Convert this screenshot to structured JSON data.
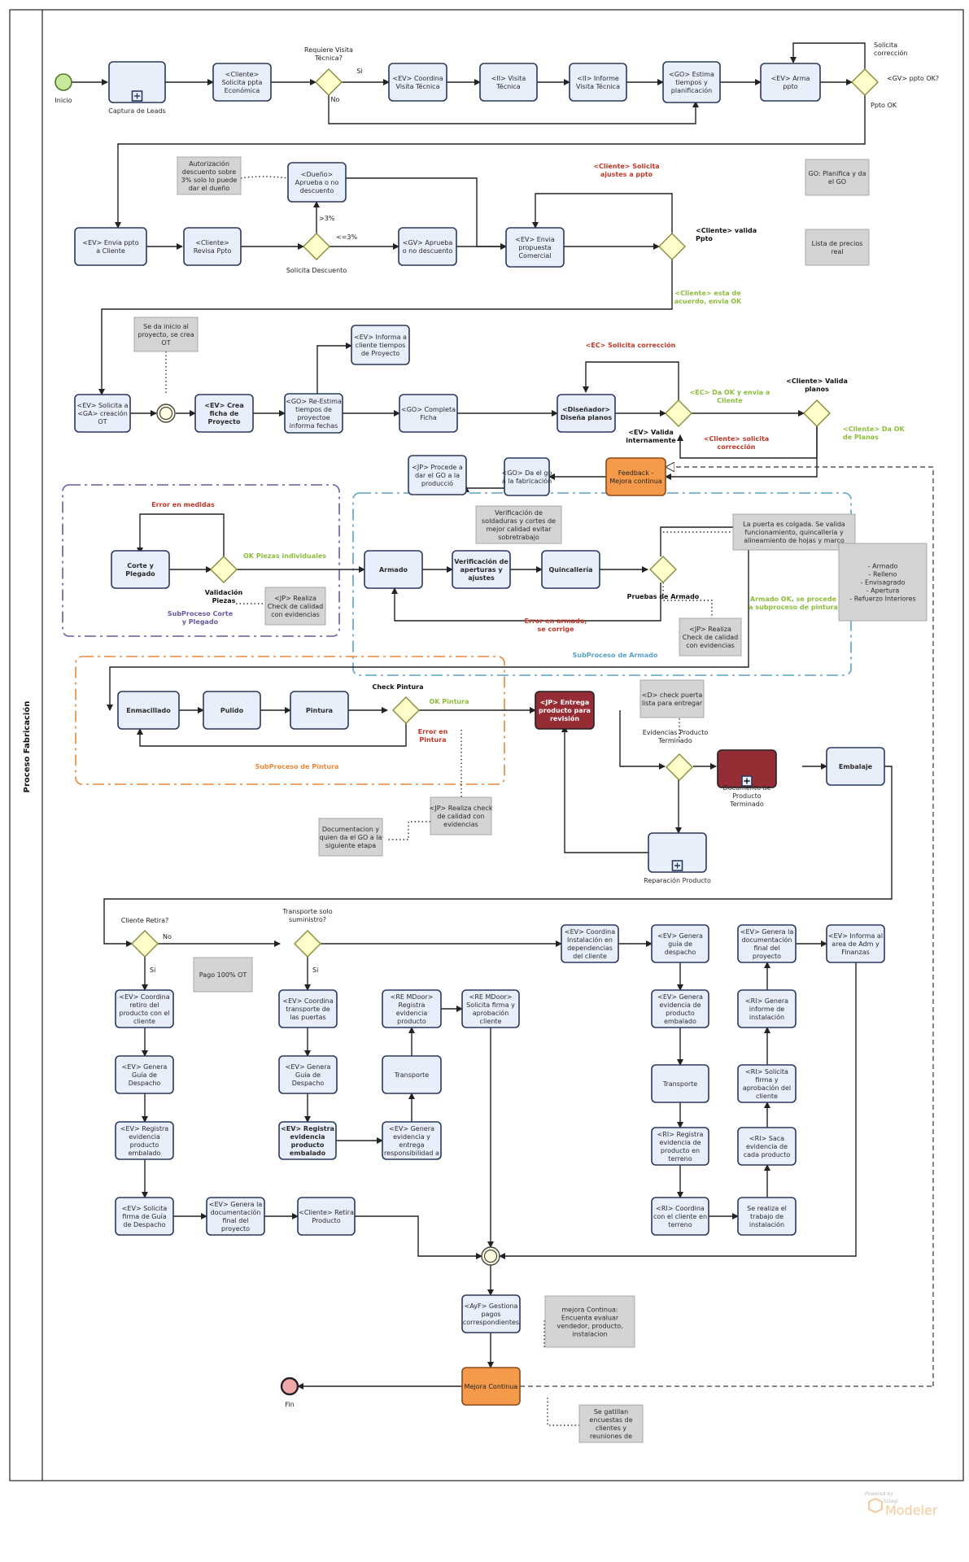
{
  "pool": {
    "label": "Proceso Fabricación"
  },
  "events": {
    "start": "Inicio",
    "end": "Fin"
  },
  "tasks": {
    "t_captura": "Captura de Leads",
    "t_cli_solicita": "<Cliente>|Solicita ppta|Económica",
    "t_ev_coord_visita": "<EV> Coordina|Visita Técnica",
    "t_ii_visita": "<II> Visita|Técnica",
    "t_ii_informe": "<II> Informe|Visita Técnica",
    "t_go_estima": "<GO> Estima|tiempos y|planificación",
    "t_ev_arma": "<EV> Arma|ppto",
    "t_ev_envia_ppto": "<EV> Envia ppto|a Cliente",
    "t_cli_revisa": "<Cliente>|Revisa Ppto",
    "t_dueno": "<Dueño>|Aprueba o no|descuento",
    "t_gv_aprueba": "<GV> Aprueba|o no descuento",
    "t_ev_envia_prop": "<EV> Envia|propuesta|Comercial",
    "t_ev_solicita_ot": "<EV> Solicita a|<GA> creación|OT",
    "t_ev_crea_ficha": "<EV> Crea|ficha de|Proyecto",
    "t_go_reestima": "<GO> Re-Estima|tiempos de|proyectoe|informa fechas",
    "t_ev_informa": "<EV> Informa a|cliente tiempos|de Proyecto",
    "t_go_completa": "<GO> Completa|Ficha",
    "t_disenador": "<Diseñador>|Diseña planos",
    "t_feedback": "Feedback -|Mejora continua",
    "t_go_da_go": "<GO> Da el go|a la fabricación",
    "t_jp_procede": "<JP> Procede a|dar el GO a la|producció",
    "t_corte": "Corte y|Plegado",
    "t_armado": "Armado",
    "t_verif": "Verificación de|aperturas y|ajustes",
    "t_quinc": "Quincallería",
    "t_enmac": "Enmacillado",
    "t_pulido": "Pulido",
    "t_pintura": "Pintura",
    "t_jp_entrega": "<JP> Entrega|producto para|revisión",
    "t_doc_term": "Documento de|Producto|Terminado",
    "t_embalaje": "Embalaje",
    "t_reparacion": "Reparación Producto",
    "t_r1": "<EV> Coordina|retiro del|producto con el|cliente",
    "t_r2": "<EV> Genera|Guía de|Despacho",
    "t_r3": "<EV> Registra|evidencia|producto|embalado",
    "t_r4": "<EV> Solicita|firma de Guía|de Despacho",
    "t_r5": "<EV> Genera la|documentación|final del|proyecto",
    "t_r6": "<Cliente> Retira|Producto",
    "t_s1": "<EV> Coordina|transporte de|las puertas",
    "t_s2": "<EV> Genera|Guía de|Despacho",
    "t_s3": "<EV> Registra|evidencia|producto|embalado",
    "t_s4": "<EV> Genera|evidencia y|entrega|responsibilidad a",
    "t_s5": "Transporte",
    "t_s6": "<RE MDoor>|Registra|evidencia|producto",
    "t_s7": "<RE MDoor>|Solicita firma y|aprobación|cliente",
    "t_i1": "<EV> Coordina|Instalación en|dependencias|del cliente",
    "t_i2": "<EV> Genera|guía de|despacho",
    "t_i3": "<EV> Genera|evidencia de|producto|embalado",
    "t_i4": "Transporte",
    "t_i5": "<RI> Registra|evidencia de|producto en|terreno",
    "t_i6": "<RI> Coordina|con el cliente en|terreno",
    "t_i7": "Se realiza el|trabajo de|instalación",
    "t_i8": "<RI> Saca|evidencia de|cada producto",
    "t_i9": "<RI> Solicita|firma y|aprobación del|cliente",
    "t_i10": "<RI> Genera|informe de|instalación",
    "t_i11": "<EV> Genera la|documentación|final del|proyecto",
    "t_i12": "<EV> Informa al|area de Adm y|Finanzas",
    "t_ayf": "<AyF> Gestiona|pagos|correspondientes",
    "t_mejora": "Mejora Continua"
  },
  "notes": {
    "n_autoriza": "Autorización|descuento sobre|3% solo lo puede|dar el dueño",
    "n_go_planif": "GO: Planifica y da|el GO",
    "n_lista": "Lista de precios|real",
    "n_ot": "Se da inicio al|proyecto, se crea|OT",
    "n_verif_sold": "Verificación de|soldaduras y cortes de|mejor calidad evitar|sobretrabajo",
    "n_puerta": "La puerta es colgada. Se valida|funcionamiento, quincalleria y|alineamiento de hojas y marco",
    "n_lista_arm": "- Armado|- Relleno|- Envisagrado|- Apertura|- Refuerzo Interiores",
    "n_jp_corte": "<JP> Realiza|Check de calidad|con evidencias",
    "n_jp_armado": "<JP> Realiza|Check de calidad|con evidencias",
    "n_d_check": "<D> check puerta|lista para entregar",
    "n_jp_pintura": "<JP> Realiza check|de calidad con|evidencias",
    "n_doc_quien": "Documentacion y|quien da el GO a la|siguiente etapa",
    "n_pago": "Pago 100% OT",
    "n_mejora": "mejora Continua:|Encuenta evaluar|vendedor, producto,|instalacion",
    "n_encuestas": "Se gatillan|encuestas de|clientes y|reuniones de"
  },
  "gateways": {
    "g_visita": "Requiere Visita|Técnica?",
    "g_ppto_ok": "<GV> ppto OK?",
    "g_descuento": "Solicita Descuento",
    "g_cli_valida": "<Cliente> valida|Ppto",
    "g_ev_valida": "<EV> Valida|internamente",
    "g_cli_planos": "<Cliente> Valida|planos",
    "g_piezas": "Validación|Piezas",
    "g_pruebas": "Pruebas de Armado",
    "g_pintura": "Check Pintura",
    "g_evid": "Evidencias Producto|Terminado",
    "g_retira": "Cliente Retira?",
    "g_transporte": "Transporte solo|suministro?"
  },
  "labels": {
    "si1": "Si",
    "no1": "No",
    "solicita_corr": "Solicita|corrección",
    "ppto_ok": "Ppto OK",
    "gt3": ">3%",
    "le3": "<=3%",
    "cli_ajustes": "<Cliente> Solicita|ajustes a ppto",
    "cli_acuerdo": "<Cliente> esta de|acuerdo, envia OK",
    "ec_corr": "<EC> Solicita corrección",
    "ec_ok": "<EC> Da OK y envia a|Cliente",
    "cli_corr": "<Cliente> solicita|corrección",
    "cli_ok_planos": "<Cliente> Da OK|de Planos",
    "error_medidas": "Error en medidas",
    "ok_piezas": "OK Piezas individuales",
    "sub_corte": "SubProceso Corte|y Plegado",
    "error_armado": "Error en armado,|se corrige",
    "armado_ok": "Armado OK, se procede|a subproceso de pintura",
    "sub_armado": "SubProceso de Armado",
    "ok_pintura": "OK Pintura",
    "error_pintura": "Error en|Pintura",
    "sub_pintura": "SubProceso de Pintura",
    "no2": "No",
    "si2": "Si",
    "si3": "Si"
  },
  "watermark": {
    "powered": "Powered by",
    "brand": "bizagi",
    "product": "Modeler"
  }
}
